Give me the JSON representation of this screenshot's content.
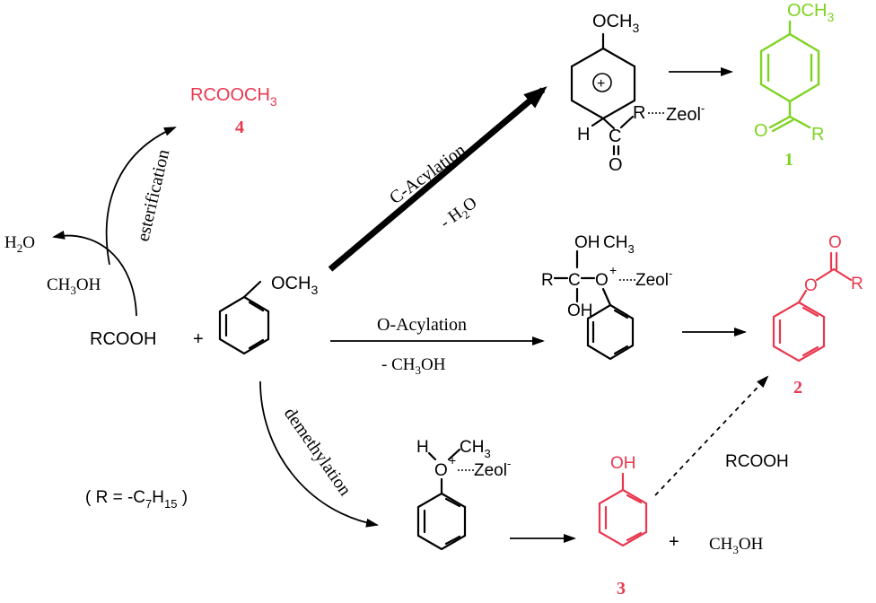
{
  "colors": {
    "black": "#000000",
    "red": "#e8384f",
    "green": "#7ed321"
  },
  "labels": {
    "rcoocH3": "RCOOCH",
    "rcoocH3_sub": "3",
    "label_4": "4",
    "esterification": "esterification",
    "h2o_left": "H",
    "h2o_left_sub": "2",
    "h2o_left_o": "O",
    "ch3oh_left": "CH",
    "ch3oh_left_sub": "3",
    "ch3oh_left_oh": "OH",
    "rcooh": "RCOOH",
    "plus1": "+",
    "och3_anisole": "OCH",
    "och3_anisole_sub": "3",
    "c_acylation": "C-Acylation",
    "minus_h2o": "- H",
    "minus_h2o_sub": "2",
    "minus_h2o_o": "O",
    "o_acylation": "O-Acylation",
    "minus_ch3oh": "- CH",
    "minus_ch3oh_sub": "3",
    "minus_ch3oh_oh": "OH",
    "demethylation": "demethylation",
    "r_def": "( R = -C",
    "r_def_sub1": "7",
    "r_def_h": "H",
    "r_def_sub2": "15",
    "r_def_close": " )",
    "och3_sigma": "OCH",
    "och3_sigma_sub": "3",
    "plus_circle": "+",
    "h_sigma": "H",
    "c_sigma": "C",
    "r_sigma": "R",
    "zeol_sigma": "Zeol",
    "zeol_sup": "-",
    "o_sigma": "O",
    "och3_prod1": "OCH",
    "och3_prod1_sub": "3",
    "o_prod1": "O",
    "r_prod1": "R",
    "label_1": "1",
    "oh_tet": "OH",
    "ch3_tet": "CH",
    "ch3_tet_sub": "3",
    "r_tet": "R",
    "c_tet": "C",
    "o_tet": "O",
    "oplus_tet": "+",
    "zeol_tet": "Zeol",
    "oh_tet_bottom": "OH",
    "o_prod2_carbonyl": "O",
    "o_prod2_ester": "O",
    "r_prod2": "R",
    "label_2": "2",
    "h_oxonium": "H",
    "ch3_oxonium": "CH",
    "ch3_oxonium_sub": "3",
    "o_oxonium": "O",
    "oplus_oxonium": "+",
    "zeol_oxonium": "Zeol",
    "oh_phenol": "OH",
    "label_3": "3",
    "plus2": "+",
    "ch3oh_right": "CH",
    "ch3oh_right_sub": "3",
    "ch3oh_right_oh": "OH",
    "rcooh_right": "RCOOH"
  }
}
